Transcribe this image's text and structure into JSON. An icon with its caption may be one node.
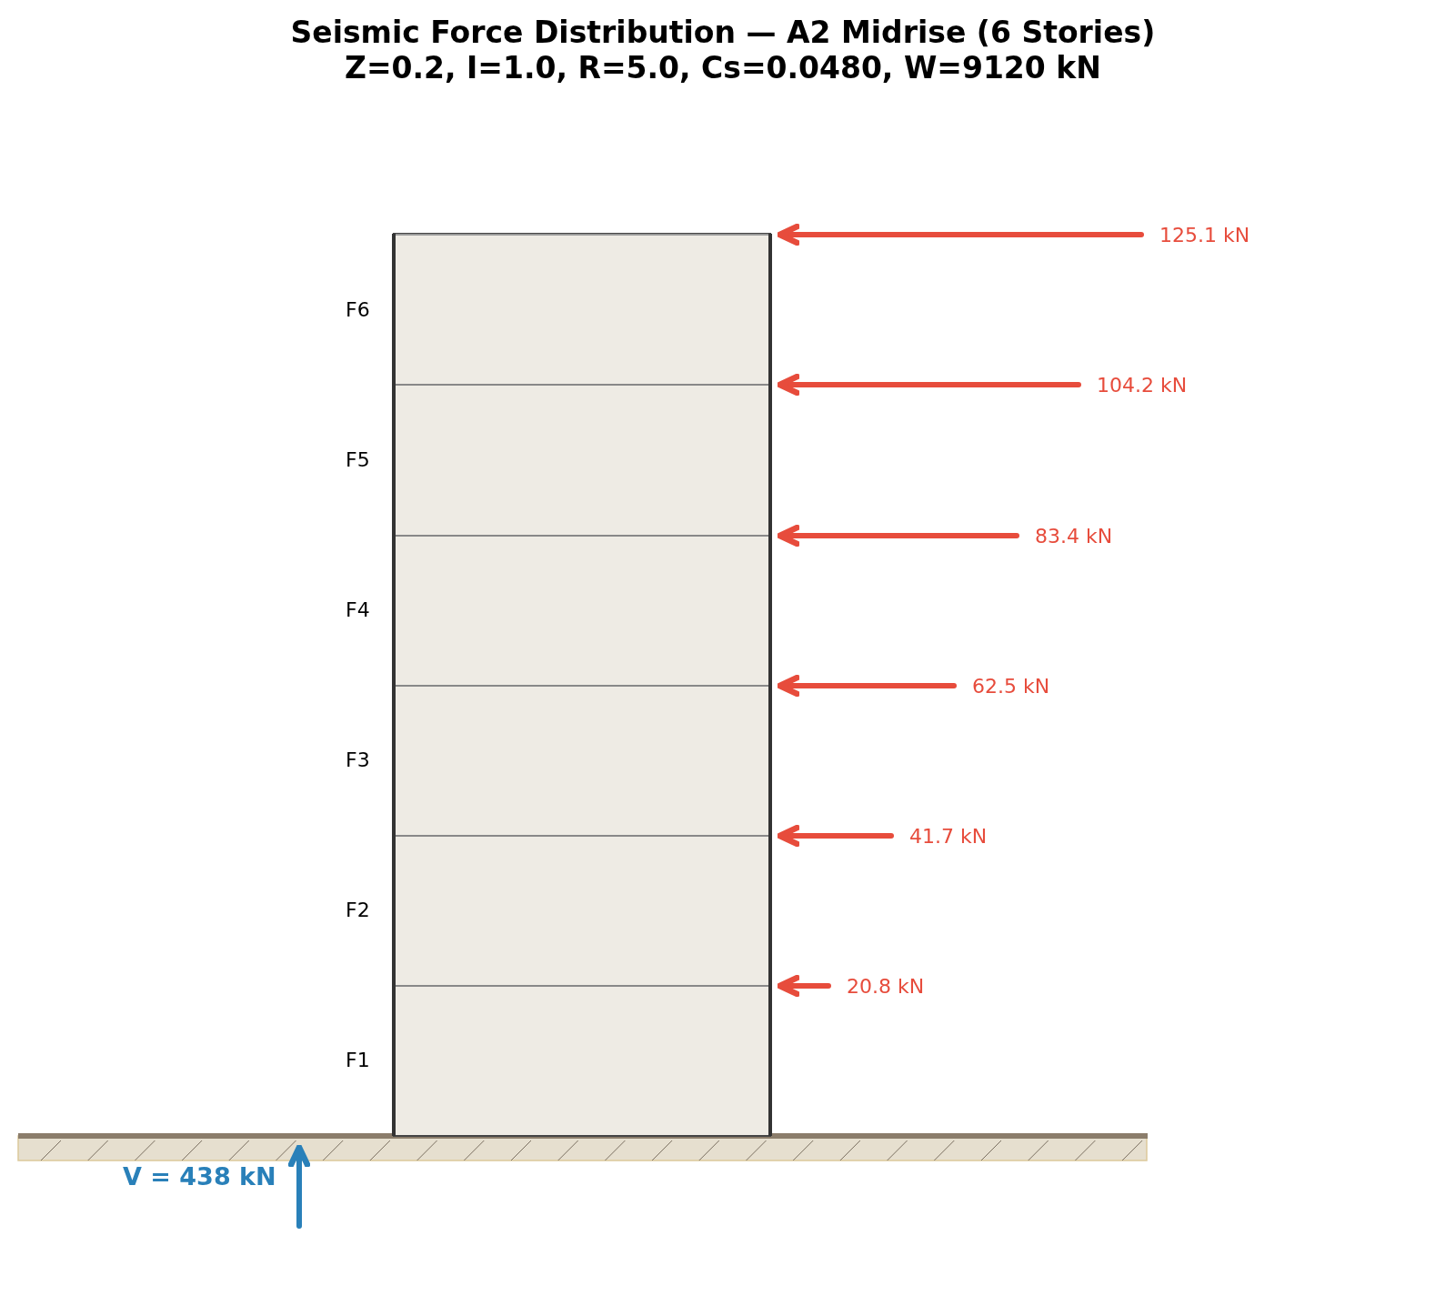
{
  "diagram": {
    "title": "Seismic Force Distribution — A2 Midrise (6 Stories)",
    "labels": [
      "Z=0.2, I=1.0, R=5.0, Cs=0.0480, W=9120 kN",
      "125.1 kN",
      "F6",
      "104.2 kN",
      "F5",
      "83.4 kN",
      "F4",
      "62.5 kN",
      "F3",
      "41.7 kN",
      "F2",
      "20.8 kN",
      "F1",
      "V = 438 kN"
    ]
  }
}
